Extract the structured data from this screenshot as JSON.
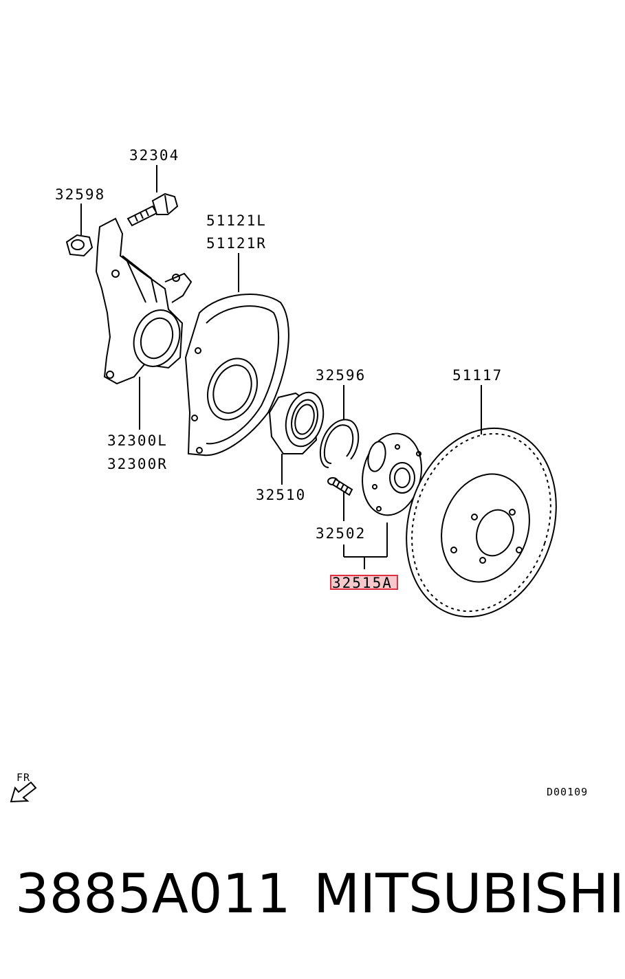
{
  "labels": {
    "p32304": "32304",
    "p32598": "32598",
    "p51121L": "51121L",
    "p51121R": "51121R",
    "p32300L": "32300L",
    "p32300R": "32300R",
    "p32596": "32596",
    "p51117": "51117",
    "p32510": "32510",
    "p32502": "32502",
    "p32515A": "32515A"
  },
  "highlight_color": "#e03040",
  "fr_label": "FR",
  "diagram_code": "D00109",
  "part_number": "3885A011",
  "brand": "MITSUBISHI"
}
